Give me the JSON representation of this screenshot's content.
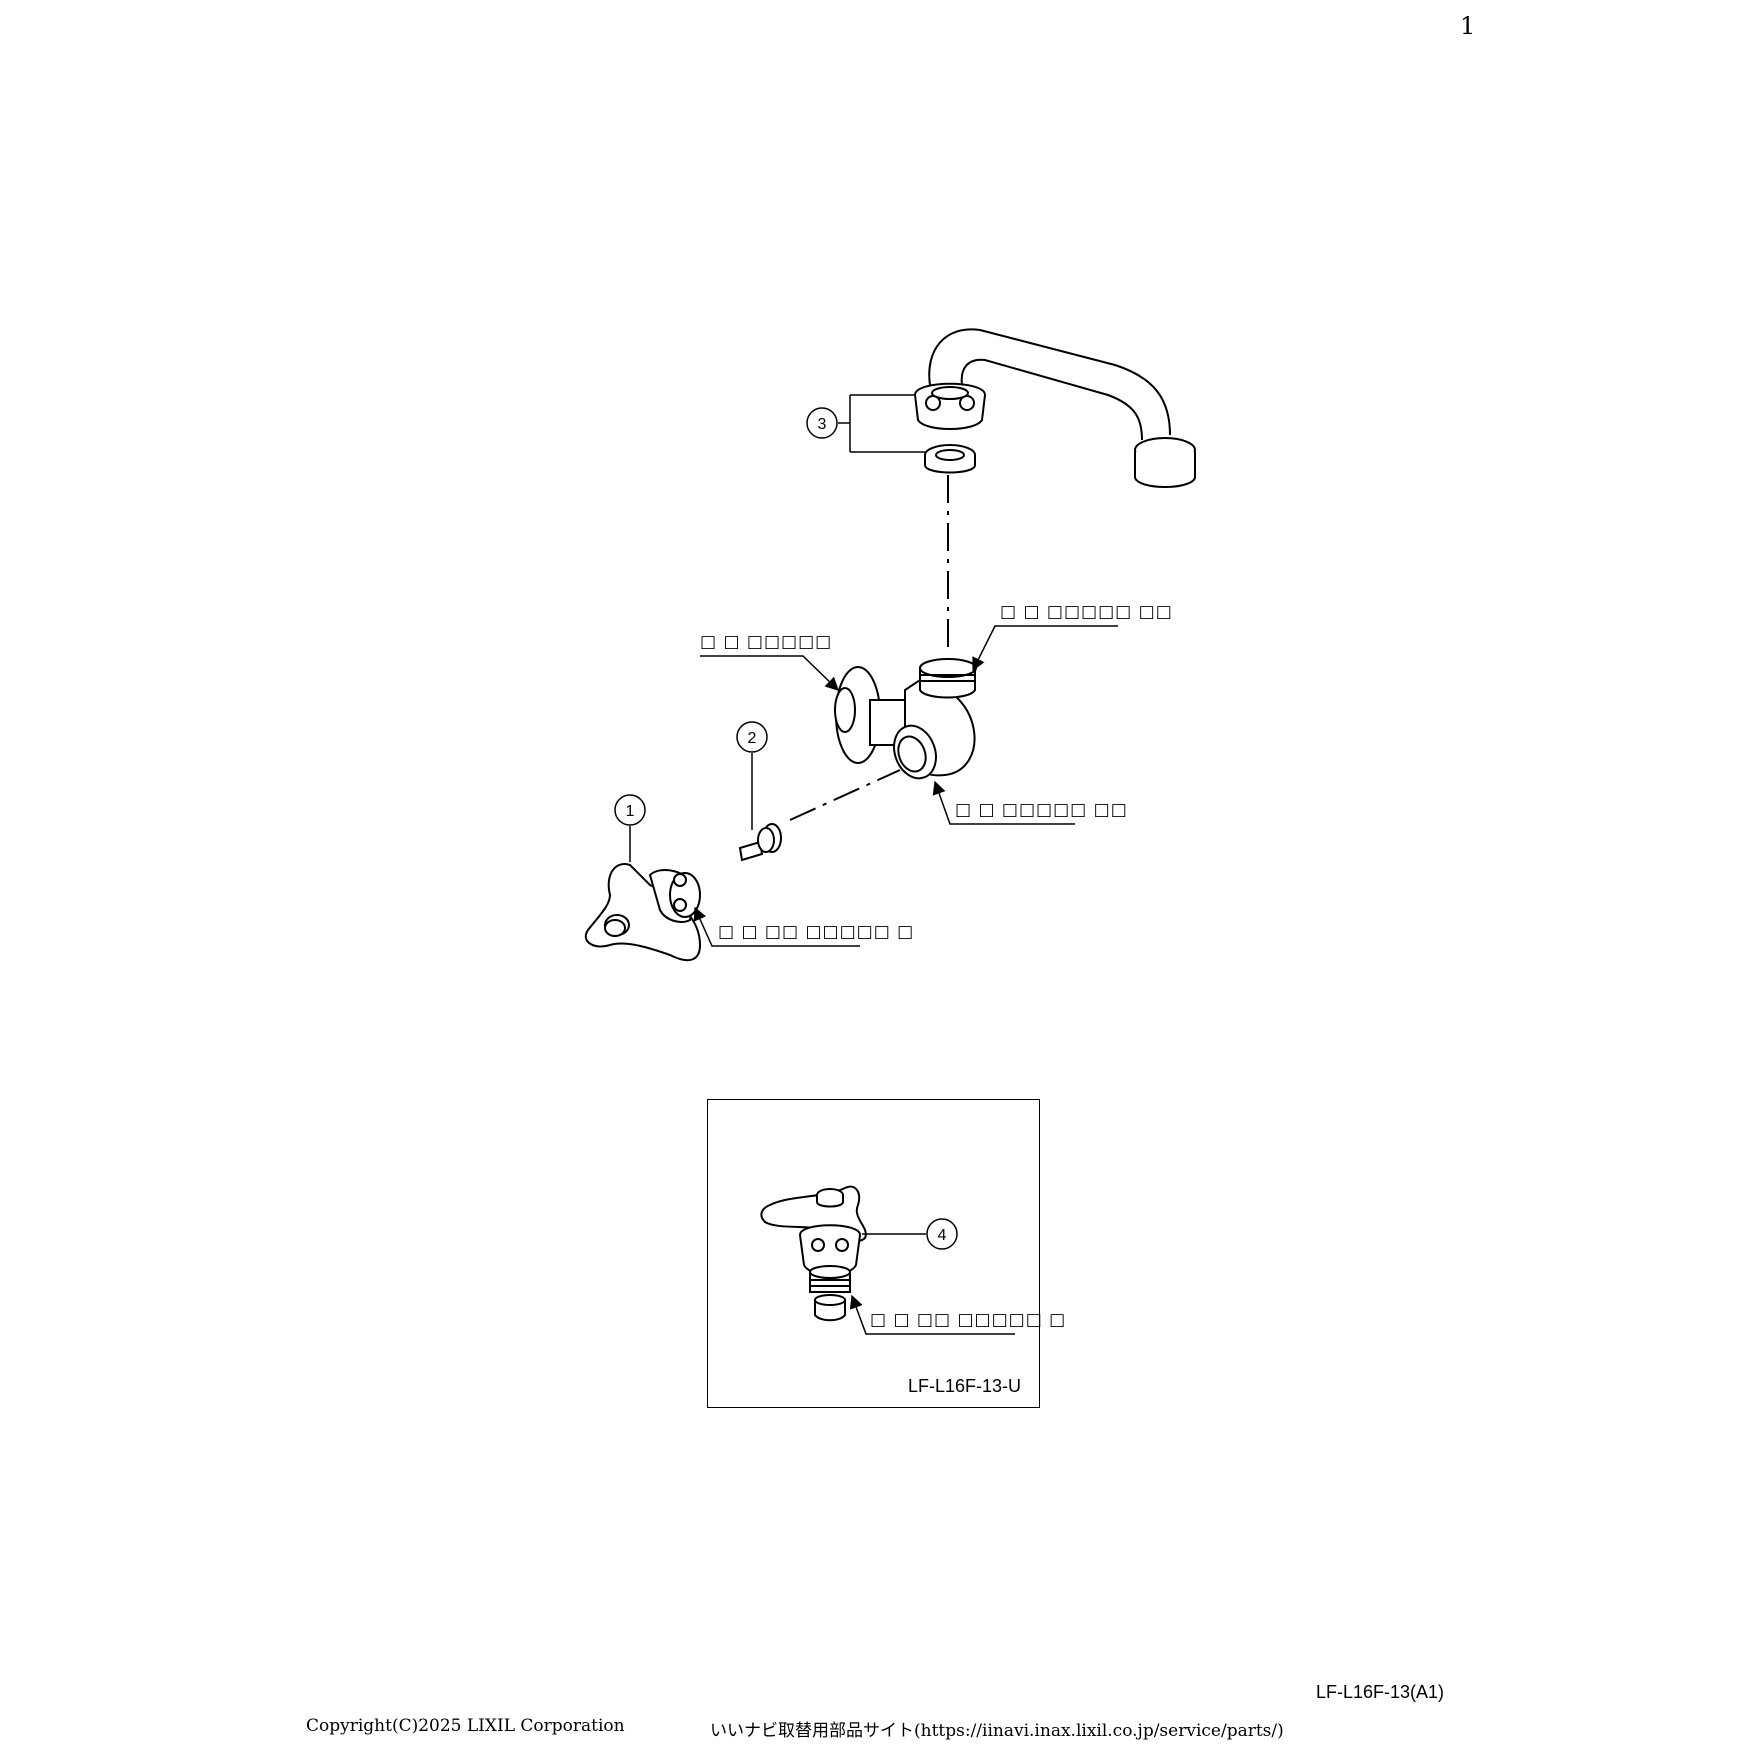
{
  "page": {
    "number": "1"
  },
  "callouts": {
    "c1": "1",
    "c2": "2",
    "c3": "3",
    "c4": "4"
  },
  "labels": {
    "body_spout_nut": "□ □ □□□□□ □□",
    "wall_flange": "□ □ □□□□□",
    "body_cartridge_nut": "□ □ □□□□□ □□",
    "handle_unit": "□ □ □□ □□□□□ □",
    "inset_handle_unit": "□ □ □□ □□□□□ □"
  },
  "inset": {
    "code": "LF-L16F-13-U"
  },
  "drawing": {
    "id": "LF-L16F-13(A1)"
  },
  "footer": {
    "copyright": "Copyright(C)2025 LIXIL Corporation",
    "site": "いいナビ取替用部品サイト(https://iinavi.inax.lixil.co.jp/service/parts/)"
  }
}
